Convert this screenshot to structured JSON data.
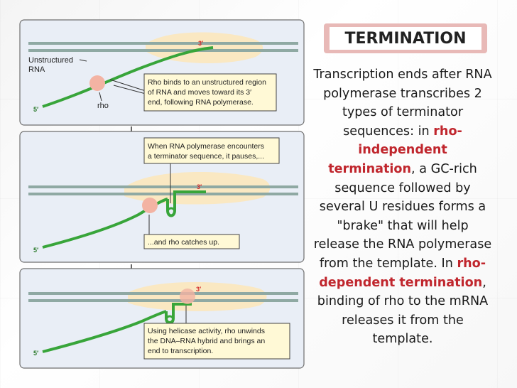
{
  "diagram": {
    "label_unstructured": "Unstructured",
    "label_rna": "RNA",
    "label_rho": "rho",
    "label_five_prime": "5′",
    "label_three_prime": "3′",
    "callout1": [
      "Rho binds to an unstructured region",
      "of RNA and moves toward its 3′",
      "end, following RNA polymerase."
    ],
    "callout2": [
      "When RNA polymerase encounters",
      "a terminator sequence, it pauses,..."
    ],
    "callout3": "...and rho catches up.",
    "callout4": [
      "Using helicase activity, rho unwinds",
      "the DNA–RNA hybrid and brings an",
      "end to transcription."
    ]
  },
  "right": {
    "title": "TERMINATION",
    "text_1": "Transcription ends after RNA polymerase transcribes 2 types of terminator sequences: in ",
    "hl_1": "rho-independent termination",
    "text_2": ", a GC-rich sequence followed by several U residues forms a \"brake\" that will help release the RNA polymerase from the template. In ",
    "hl_2": "rho-dependent termination",
    "text_3": ", binding of rho to the mRNA releases it from the template."
  },
  "colors": {
    "dna": "#8fa9a3",
    "rna": "#38a53a",
    "rho": "#f3b3a3",
    "polymerase": "#fbe7bf",
    "highlight": "#c0262d",
    "three_prime": "#d32b2b"
  }
}
